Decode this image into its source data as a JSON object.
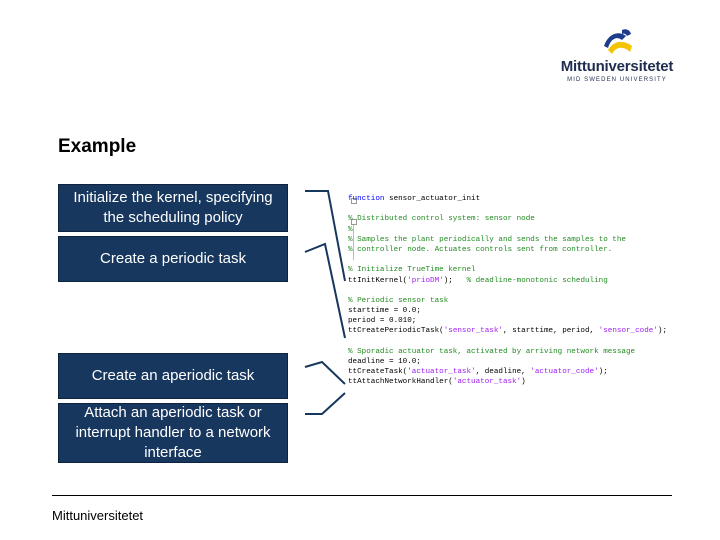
{
  "logo": {
    "name": "Mittuniversitetet",
    "subtitle": "MID SWEDEN UNIVERSITY",
    "colors": {
      "blue": "#1e3c8c",
      "yellow": "#f5c400"
    }
  },
  "slide": {
    "title": "Example",
    "callouts": [
      "Initialize the kernel, specifying the scheduling policy",
      "Create a periodic task",
      "Create an aperiodic task",
      "Attach an aperiodic task or interrupt handler to a network interface"
    ],
    "callout_color": "#17375e"
  },
  "code": {
    "lines": [
      [
        [
          "kw",
          "function "
        ],
        [
          "plain",
          "sensor_actuator_init"
        ]
      ],
      [],
      [
        [
          "comment",
          "% Distributed control system: sensor node"
        ]
      ],
      [
        [
          "comment",
          "%"
        ]
      ],
      [
        [
          "comment",
          "% Samples the plant periodically and sends the samples to the"
        ]
      ],
      [
        [
          "comment",
          "% controller node. Actuates controls sent from controller."
        ]
      ],
      [],
      [
        [
          "comment",
          "% Initialize TrueTime kernel"
        ]
      ],
      [
        [
          "plain",
          "ttInitKernel("
        ],
        [
          "str",
          "'prioDM'"
        ],
        [
          "plain",
          ");   "
        ],
        [
          "comment",
          "% deadline-monotonic scheduling"
        ]
      ],
      [],
      [
        [
          "comment",
          "% Periodic sensor task"
        ]
      ],
      [
        [
          "plain",
          "starttime = 0.0;"
        ]
      ],
      [
        [
          "plain",
          "period = 0.010;"
        ]
      ],
      [
        [
          "plain",
          "ttCreatePeriodicTask("
        ],
        [
          "str",
          "'sensor_task'"
        ],
        [
          "plain",
          ", starttime, period, "
        ],
        [
          "str",
          "'sensor_code'"
        ],
        [
          "plain",
          ");"
        ]
      ],
      [],
      [
        [
          "comment",
          "% Sporadic actuator task, activated by arriving network message"
        ]
      ],
      [
        [
          "plain",
          "deadline = 10.0;"
        ]
      ],
      [
        [
          "plain",
          "ttCreateTask("
        ],
        [
          "str",
          "'actuator_task'"
        ],
        [
          "plain",
          ", deadline, "
        ],
        [
          "str",
          "'actuator_code'"
        ],
        [
          "plain",
          ");"
        ]
      ],
      [
        [
          "plain",
          "ttAttachNetworkHandler("
        ],
        [
          "str",
          "'actuator_task'"
        ],
        [
          "plain",
          ")"
        ]
      ]
    ]
  },
  "footer": {
    "text": "Mittuniversitetet"
  }
}
